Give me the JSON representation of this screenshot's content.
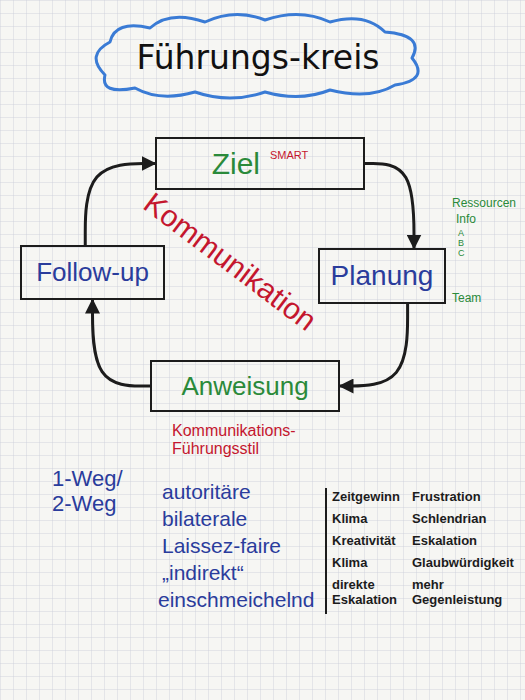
{
  "diagram": {
    "title": "Führungs-kreis",
    "nodes": [
      {
        "text": [
          "Ziel",
          "SMART"
        ]
      },
      {
        "text": [
          "Follow-up"
        ]
      },
      {
        "text": [
          "Planung"
        ]
      },
      {
        "text": [
          "Anweisung"
        ]
      }
    ],
    "edges": [
      {
        "from": 0,
        "to": 2,
        "arrow": "to"
      },
      {
        "from": 2,
        "to": 3,
        "arrow": "to"
      },
      {
        "from": 3,
        "to": 1,
        "arrow": "to"
      },
      {
        "from": 1,
        "to": 0,
        "arrow": "to"
      }
    ],
    "labels": [
      "Kommunikation",
      "Ressourcen",
      "Info",
      "A",
      "B",
      "C",
      "Team",
      "Kommunikations- Führungsstil",
      "1-Weg/ 2-Weg",
      "autoritäre",
      "bilaterale",
      "Laissez-faire",
      "„indirekt“",
      "einschmeichelnd",
      "Zeitgewinn",
      "Klima",
      "Kreativität",
      "Klima",
      "direkte Eskalation",
      "Frustration",
      "Schlendrian",
      "Eskalation",
      "Glaubwürdigkeit",
      "mehr Gegenleistung"
    ]
  }
}
